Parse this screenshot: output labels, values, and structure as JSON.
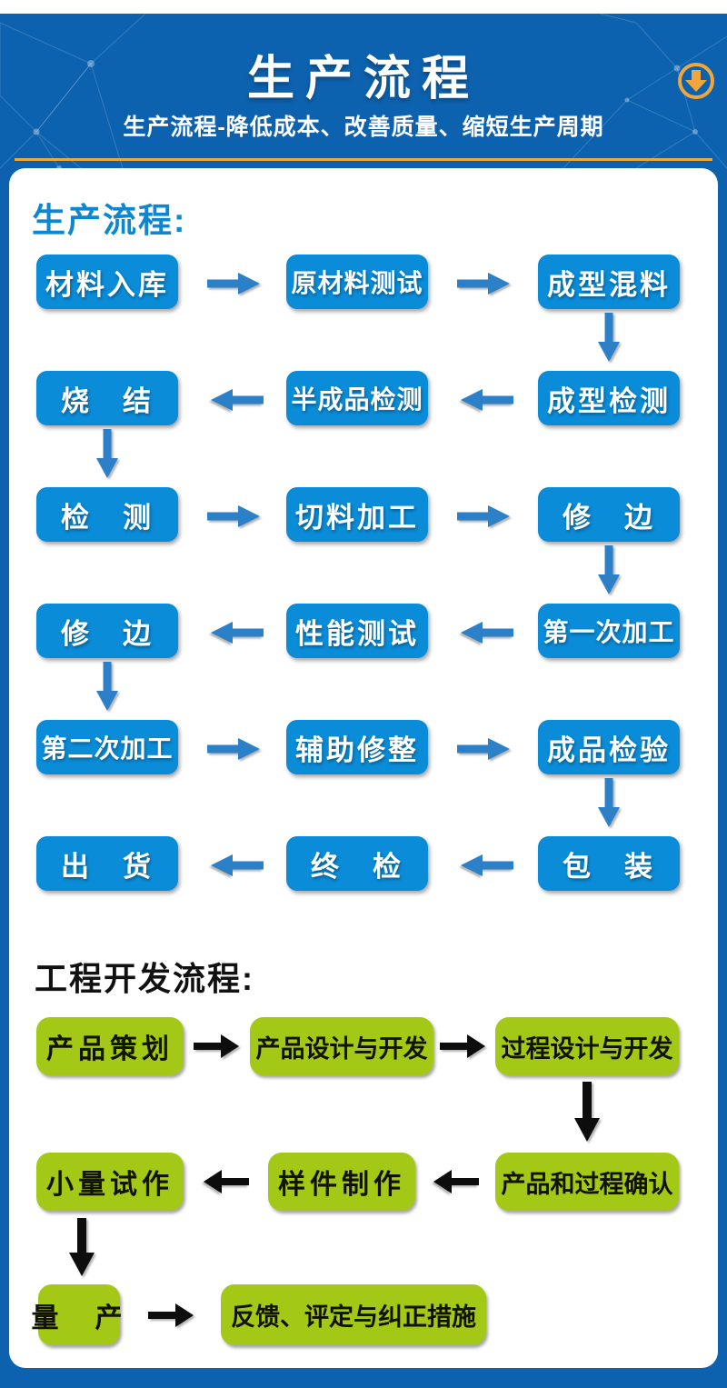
{
  "header": {
    "title": "生产流程",
    "subtitle": "生产流程-降低成本、改善质量、缩短生产周期",
    "download_icon": "circle-down-arrow-icon"
  },
  "colors": {
    "page_blue": "#0d62af",
    "box_blue": "#0a8cd8",
    "arrow_blue": "#2b80c8",
    "box_green": "#a3c815",
    "heading_blue": "#0e87d1",
    "gold_accent": "#eda93f",
    "arrow_black": "#0d0d0d"
  },
  "production_flow": {
    "heading": "生产流程:",
    "rows": [
      {
        "direction": "right",
        "steps": [
          "材料入库",
          "原材料测试",
          "成型混料"
        ]
      },
      {
        "direction": "left",
        "steps": [
          "烧　结",
          "半成品检测",
          "成型检测"
        ]
      },
      {
        "direction": "right",
        "steps": [
          "检　测",
          "切料加工",
          "修　边"
        ]
      },
      {
        "direction": "left",
        "steps": [
          "修　边",
          "性能测试",
          "第一次加工"
        ]
      },
      {
        "direction": "right",
        "steps": [
          "第二次加工",
          "辅助修整",
          "成品检验"
        ]
      },
      {
        "direction": "left",
        "steps": [
          "出　货",
          "终　检",
          "包　装"
        ]
      }
    ]
  },
  "engineering_flow": {
    "heading": "工程开发流程:",
    "rows": [
      {
        "direction": "right",
        "steps": [
          "产品策划",
          "产品设计与开发",
          "过程设计与开发"
        ]
      },
      {
        "direction": "left",
        "steps": [
          "小量试作",
          "样件制作",
          "产品和过程确认"
        ]
      },
      {
        "direction": "right",
        "steps": [
          "量　产",
          "反馈、评定与纠正措施"
        ]
      }
    ]
  }
}
